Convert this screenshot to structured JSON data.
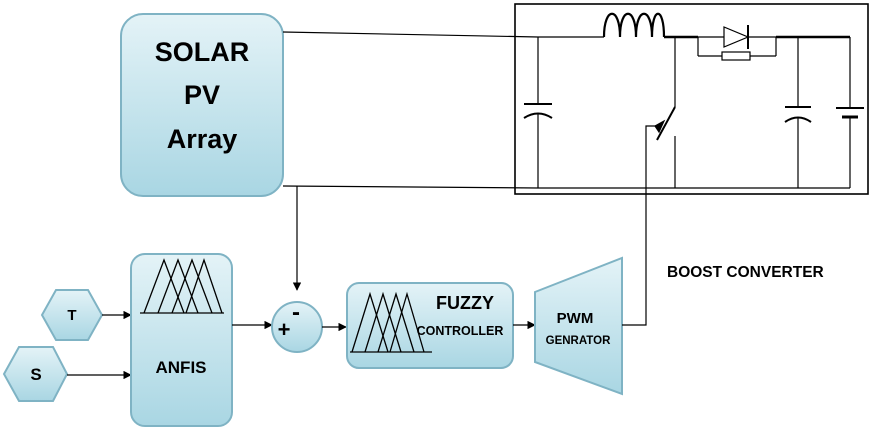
{
  "blocks": {
    "solar_line1": "SOLAR",
    "solar_line2": "PV",
    "solar_line3": "Array",
    "anfis": "ANFIS",
    "fuzzy_title": "FUZZY",
    "fuzzy_sub": "CONTROLLER",
    "pwm_line1": "PWM",
    "pwm_line2": "GENRATOR",
    "boost_label": "BOOST CONVERTER"
  },
  "inputs": {
    "t": "T",
    "s": "S"
  },
  "summing_junction": {
    "plus": "+",
    "minus": "-"
  },
  "colors": {
    "block_fill_top": "#e4f3f7",
    "block_fill_bottom": "#a9d6e3",
    "block_stroke": "#7fb3c4",
    "line": "#000000"
  }
}
